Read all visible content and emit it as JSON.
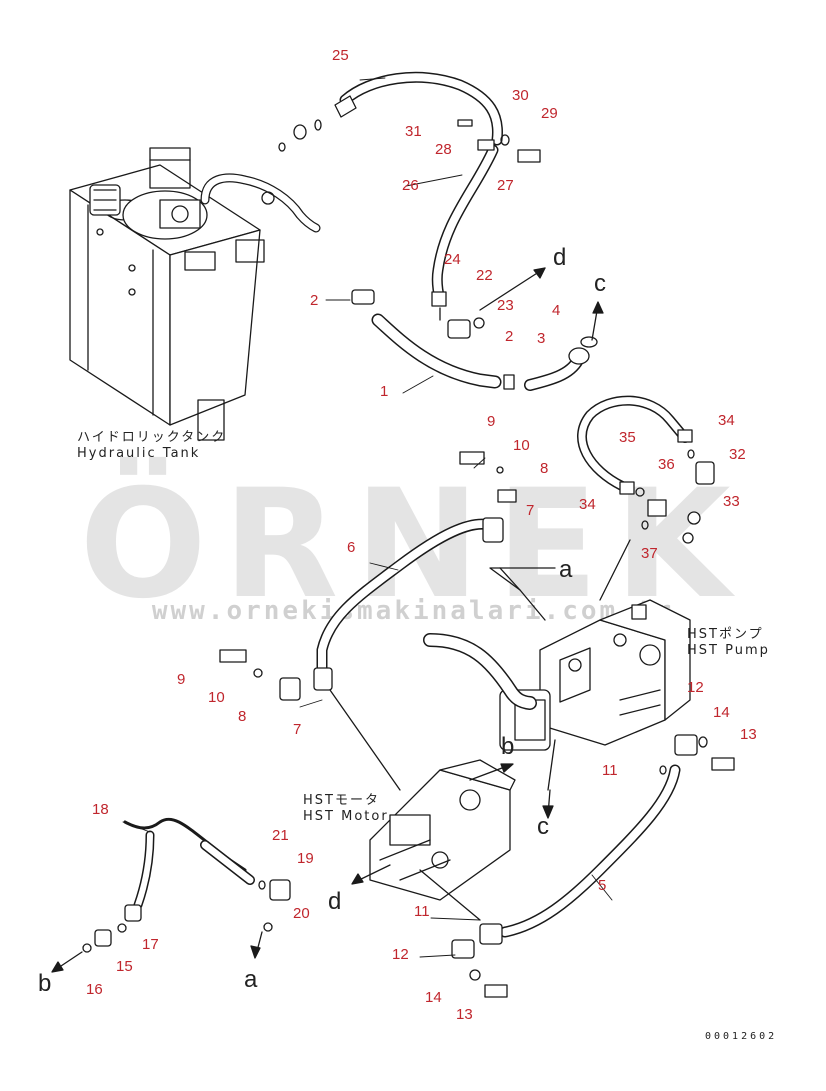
{
  "watermark": {
    "brand": "ÖRNEK",
    "url": "www.ornekismakinalari.com.tr"
  },
  "labels": {
    "tank_jp": "ハイドロリックタンク",
    "tank_en": "Hydraulic Tank",
    "pump_jp": "HSTポンプ",
    "pump_en": "HST Pump",
    "motor_jp": "HSTモータ",
    "motor_en": "HST Motor"
  },
  "drawing_code": "00012602",
  "callouts": {
    "c25": "25",
    "c30": "30",
    "c29": "29",
    "c31": "31",
    "c28": "28",
    "c27": "27",
    "c26": "26",
    "c24": "24",
    "c22": "22",
    "c23": "23",
    "c2a": "2",
    "c4": "4",
    "c2b": "2",
    "c3": "3",
    "c1": "1",
    "c9a": "9",
    "c10a": "10",
    "c8a": "8",
    "c7a": "7",
    "c35": "35",
    "c34a": "34",
    "c32": "32",
    "c36": "36",
    "c34b": "34",
    "c33": "33",
    "c37": "37",
    "c6": "6",
    "c9b": "9",
    "c10b": "10",
    "c8b": "8",
    "c7b": "7",
    "c12a": "12",
    "c14a": "14",
    "c13a": "13",
    "c11a": "11",
    "c18": "18",
    "c21": "21",
    "c19": "19",
    "c20": "20",
    "c17": "17",
    "c15": "15",
    "c16": "16",
    "c5": "5",
    "c11b": "11",
    "c12b": "12",
    "c14b": "14",
    "c13b": "13"
  },
  "letters": {
    "d1": "d",
    "c1": "c",
    "a1": "a",
    "b1": "b",
    "c2": "c",
    "d2": "d",
    "b2": "b",
    "a2": "a"
  }
}
